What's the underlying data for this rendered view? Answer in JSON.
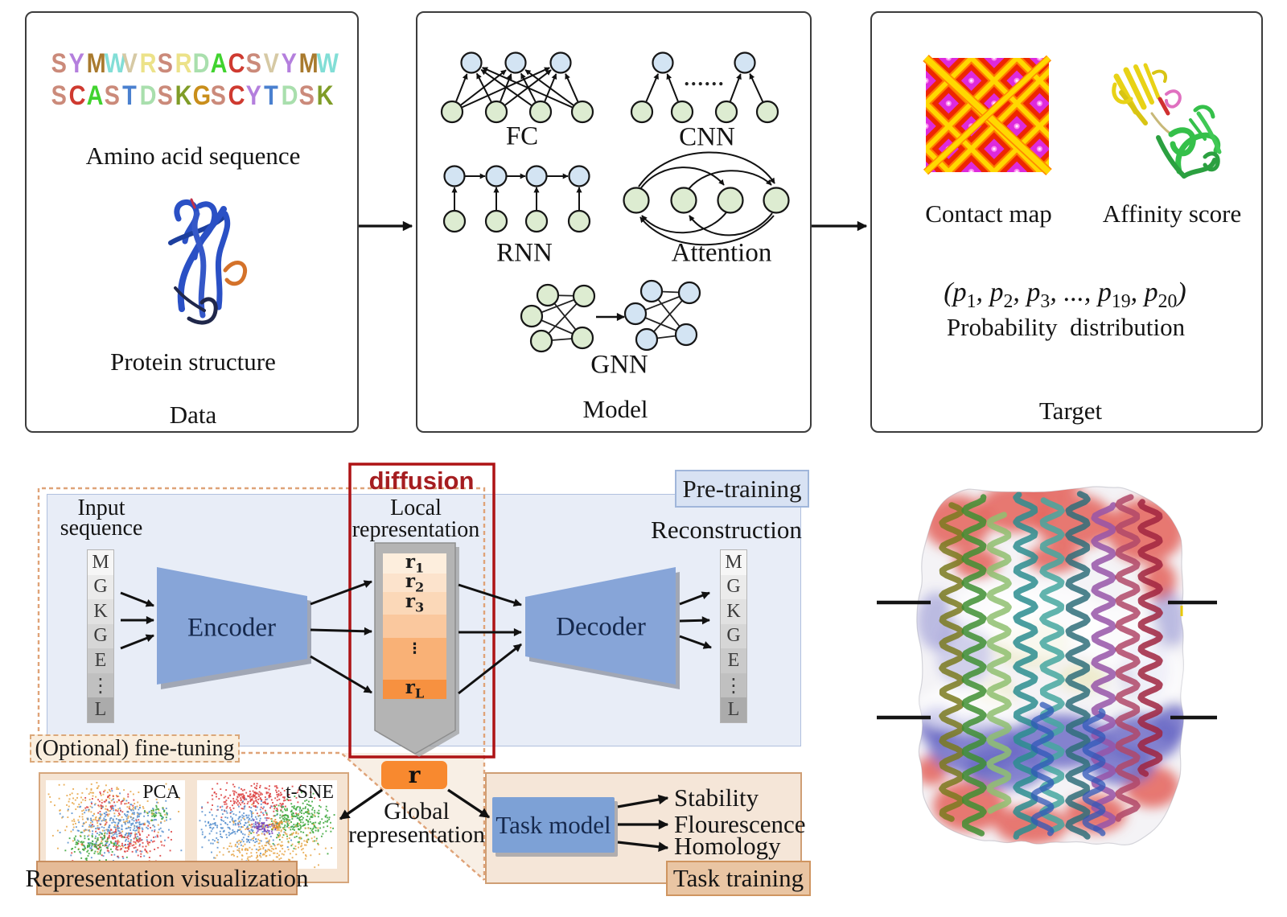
{
  "palette": {
    "box_border": "#3c3c3c",
    "node_green": "#ddecd1",
    "node_blue": "#d3e4f3",
    "node_stroke": "#161616",
    "arrow_black": "#111111",
    "pretrain_bg": "#e8edf7",
    "pretrain_border": "#b0c0de",
    "badge_bg": "#d8e2f3",
    "badge_border": "#a0b6da",
    "dashed_line": "#dfa378",
    "red_box": "#ae1315",
    "diffusion_text": "#a51d20",
    "trapezoid_fill": "#87a5d8",
    "trapezoid_shadow": "#8e95a4",
    "label_navy": "#16294d",
    "pencil_fill": "#b4b4b4",
    "pencil_stroke": "#8e8e8e",
    "r_box_fill": "#f8892f",
    "wedge_fill": "#f8efe5",
    "peach_box_bg": "#f6e7d8",
    "peach_box_border": "#d3a277",
    "tan_label_bg": "#e5bb97",
    "tan_label_border": "#c98f60",
    "task_label_bg": "#e9c5a3",
    "task_label_border": "#cf9560",
    "optional_bg": "#faeede",
    "membrane_line": "#141414",
    "membrane_tick": "#e8c800"
  },
  "top_row": {
    "data_box": {
      "sequence_line1": [
        {
          "ch": "S",
          "color": "#cb8a7a"
        },
        {
          "ch": "Y",
          "color": "#b47fdd"
        },
        {
          "ch": "M",
          "color": "#a97a2e"
        },
        {
          "ch": "W",
          "color": "#82ded6"
        },
        {
          "ch": "V",
          "color": "#d6c9a4"
        },
        {
          "ch": "R",
          "color": "#ece289"
        },
        {
          "ch": "S",
          "color": "#cb8a7a"
        },
        {
          "ch": "R",
          "color": "#ece289"
        },
        {
          "ch": "D",
          "color": "#a9dfad"
        },
        {
          "ch": "A",
          "color": "#41d32f"
        },
        {
          "ch": "C",
          "color": "#cf3a30"
        },
        {
          "ch": "S",
          "color": "#cb8a7a"
        },
        {
          "ch": "V",
          "color": "#d6c9a4"
        },
        {
          "ch": "Y",
          "color": "#b47fdd"
        },
        {
          "ch": "M",
          "color": "#a97a2e"
        },
        {
          "ch": "W",
          "color": "#82ded6"
        }
      ],
      "sequence_line2": [
        {
          "ch": "S",
          "color": "#cb8a7a"
        },
        {
          "ch": "C",
          "color": "#cf3a30"
        },
        {
          "ch": "A",
          "color": "#41d32f"
        },
        {
          "ch": "S",
          "color": "#cb8a7a"
        },
        {
          "ch": "T",
          "color": "#4a80cf"
        },
        {
          "ch": "D",
          "color": "#a9dfad"
        },
        {
          "ch": "S",
          "color": "#cb8a7a"
        },
        {
          "ch": "K",
          "color": "#7f9c27"
        },
        {
          "ch": "G",
          "color": "#c98e1b"
        },
        {
          "ch": "S",
          "color": "#cb8a7a"
        },
        {
          "ch": "C",
          "color": "#cf3a30"
        },
        {
          "ch": "Y",
          "color": "#b47fdd"
        },
        {
          "ch": "T",
          "color": "#4a80cf"
        },
        {
          "ch": "D",
          "color": "#a9dfad"
        },
        {
          "ch": "S",
          "color": "#cb8a7a"
        },
        {
          "ch": "K",
          "color": "#7f9c27"
        }
      ],
      "caption_sequence": "Amino acid sequence",
      "caption_structure": "Protein structure",
      "box_label": "Data"
    },
    "model_box": {
      "fc_label": "FC",
      "cnn_label": "CNN",
      "cnn_dots": "......",
      "rnn_label": "RNN",
      "attention_label": "Attention",
      "gnn_label": "GNN",
      "box_label": "Model"
    },
    "target_box": {
      "contact_map_label": "Contact map",
      "affinity_label": "Affinity score",
      "probability_tokens": [
        {
          "text": "(p",
          "sub": "1"
        },
        {
          "text": ", p",
          "sub": "2"
        },
        {
          "text": ", p",
          "sub": "3"
        },
        {
          "text": ", ..., p",
          "sub": "19"
        },
        {
          "text": ", p",
          "sub": "20"
        },
        {
          "text": ")",
          "sub": ""
        }
      ],
      "probability_label": "Probability  distribution",
      "box_label": "Target"
    }
  },
  "pretraining": {
    "badge": "Pre-training",
    "diffusion_label": "diffusion",
    "input_label_line1": "Input",
    "input_label_line2": "sequence",
    "local_label_line1": "Local",
    "local_label_line2": "representation",
    "reconstruction_label": "Reconstruction",
    "encoder_label": "Encoder",
    "decoder_label": "Decoder",
    "sequence_cells": [
      {
        "ch": "M",
        "bg": "#f6f6f6"
      },
      {
        "ch": "G",
        "bg": "#ebebeb"
      },
      {
        "ch": "K",
        "bg": "#e1e1e1"
      },
      {
        "ch": "G",
        "bg": "#d6d6d6"
      },
      {
        "ch": "E",
        "bg": "#cacaca"
      },
      {
        "ch": "⋮",
        "bg": "#c0c0c0"
      },
      {
        "ch": "L",
        "bg": "#ababab"
      }
    ],
    "stack_bands": [
      {
        "label": "r",
        "sub": "1",
        "color": "#fdeedd",
        "h": 25
      },
      {
        "label": "r",
        "sub": "2",
        "color": "#fce3cc",
        "h": 23
      },
      {
        "label": "r",
        "sub": "3",
        "color": "#fbd8b8",
        "h": 28
      },
      {
        "label": "",
        "sub": "",
        "color": "#fac89e",
        "h": 29
      },
      {
        "label": "⋮",
        "sub": "",
        "color": "#f9b176",
        "h": 52
      },
      {
        "label": "r",
        "sub": "L",
        "color": "#f79140",
        "h": 24
      }
    ]
  },
  "finetuning": {
    "optional_label": "(Optional) fine-tuning",
    "pca_label": "PCA",
    "tsne_label": "t-SNE",
    "viz_label": "Representation visualization",
    "r_label": "r",
    "global_line1": "Global",
    "global_line2": "representation",
    "task_model_label": "Task model",
    "task_outputs": [
      "Stability",
      "Flourescence",
      "Homology"
    ],
    "task_training_label": "Task training",
    "scatter": {
      "dot_colors": {
        "orange": "#e8a84c",
        "blue": "#5b92cf",
        "red": "#dd4343",
        "green": "#3fa83f",
        "purple": "#7a3fb8",
        "amber": "#e8902c"
      },
      "pca_clusters": [
        {
          "color": "orange",
          "n": 270,
          "cx": 0.42,
          "cy": 0.38,
          "sx": 0.22,
          "sy": 0.2
        },
        {
          "color": "blue",
          "n": 234,
          "cx": 0.48,
          "cy": 0.55,
          "sx": 0.18,
          "sy": 0.15
        },
        {
          "color": "red",
          "n": 162,
          "cx": 0.56,
          "cy": 0.7,
          "sx": 0.15,
          "sy": 0.11
        },
        {
          "color": "green",
          "n": 108,
          "cx": 0.34,
          "cy": 0.74,
          "sx": 0.09,
          "sy": 0.09
        },
        {
          "color": "green",
          "n": 36,
          "cx": 0.8,
          "cy": 0.38,
          "sx": 0.04,
          "sy": 0.04
        },
        {
          "color": "red",
          "n": 54,
          "cx": 0.46,
          "cy": 0.26,
          "sx": 0.09,
          "sy": 0.07
        },
        {
          "color": "blue",
          "n": 72,
          "cx": 0.62,
          "cy": 0.42,
          "sx": 0.12,
          "sy": 0.1
        }
      ],
      "tsne_clusters": [
        {
          "color": "red",
          "n": 252,
          "cx": 0.42,
          "cy": 0.2,
          "sx": 0.15,
          "sy": 0.09
        },
        {
          "color": "blue",
          "n": 270,
          "cx": 0.28,
          "cy": 0.52,
          "sx": 0.15,
          "sy": 0.14
        },
        {
          "color": "green",
          "n": 270,
          "cx": 0.73,
          "cy": 0.45,
          "sx": 0.11,
          "sy": 0.11
        },
        {
          "color": "orange",
          "n": 162,
          "cx": 0.5,
          "cy": 0.8,
          "sx": 0.2,
          "sy": 0.09
        },
        {
          "color": "purple",
          "n": 63,
          "cx": 0.47,
          "cy": 0.52,
          "sx": 0.045,
          "sy": 0.04
        },
        {
          "color": "amber",
          "n": 32,
          "cx": 0.57,
          "cy": 0.49,
          "sx": 0.03,
          "sy": 0.025
        },
        {
          "color": "orange",
          "n": 90,
          "cx": 0.55,
          "cy": 0.6,
          "sx": 0.18,
          "sy": 0.12
        }
      ]
    }
  },
  "membrane_figure": {
    "helix_colors": [
      "#7a7a1e",
      "#3f8f33",
      "#8fc070",
      "#2c8d8f",
      "#45a7a0",
      "#2f6f7a",
      "#9655a8",
      "#b04868",
      "#a02440"
    ],
    "extra_helix_colors": [
      "#2f58b8",
      "#2f58b8"
    ],
    "surface_base": "#f4f3f6"
  }
}
